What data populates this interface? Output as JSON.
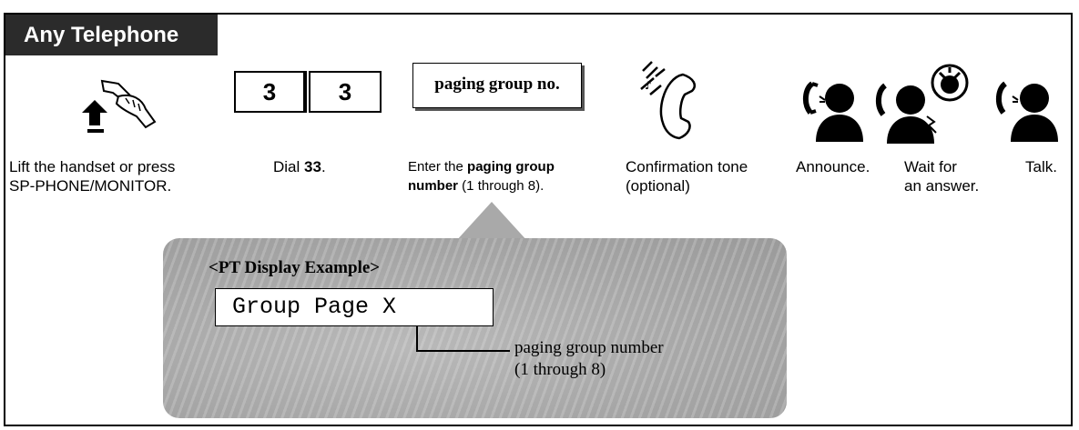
{
  "header": {
    "title": "Any Telephone"
  },
  "steps": {
    "lift": {
      "text_line1": "Lift the handset or press",
      "text_line2": "SP-PHONE/MONITOR."
    },
    "dial": {
      "text_prefix": "Dial ",
      "text_bold": "33",
      "text_suffix": ".",
      "digits": [
        "3",
        "3"
      ]
    },
    "enter": {
      "box_label": "paging group no.",
      "line1_prefix": "Enter the ",
      "line1_bold": "paging group",
      "line2_bold": "number",
      "line2_suffix": " (1 through 8)."
    },
    "confirm": {
      "text_line1": "Confirmation tone",
      "text_line2": "(optional)"
    },
    "announce": {
      "text": "Announce."
    },
    "wait": {
      "text_line1": "Wait for",
      "text_line2": "an answer."
    },
    "talk": {
      "text": "Talk."
    }
  },
  "display_example": {
    "title": "<PT Display Example>",
    "screen_text": "Group Page X",
    "callout_line1": "paging group number",
    "callout_line2": "(1 through 8)"
  },
  "icons": [
    "handset-lift-icon",
    "ringing-handset-icon",
    "person-announce-icon",
    "person-wait-icon",
    "ringing-speaker-icon",
    "person-talk-icon"
  ]
}
